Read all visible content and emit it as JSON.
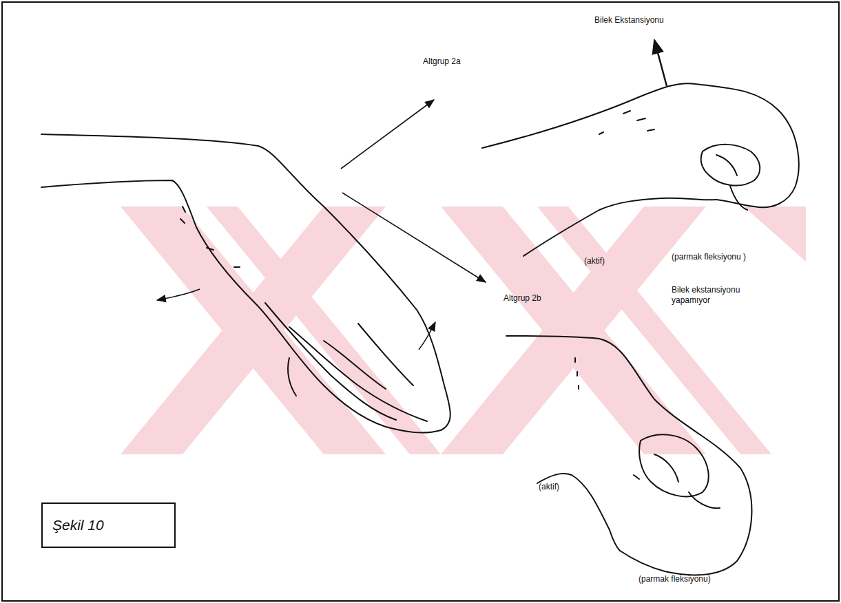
{
  "diagram": {
    "nodes": [
      {
        "text": [
          "Şekil 10"
        ]
      }
    ],
    "labels": [
      "Bilek Ekstansiyonu",
      "Altgrup 2a",
      "(aktif)",
      "(parmak fleksiyonu )",
      "Altgrup 2b",
      "Bilek ekstansiyonu yapamıyor",
      "(aktif)",
      "(parmak fleksiyonu)"
    ]
  }
}
